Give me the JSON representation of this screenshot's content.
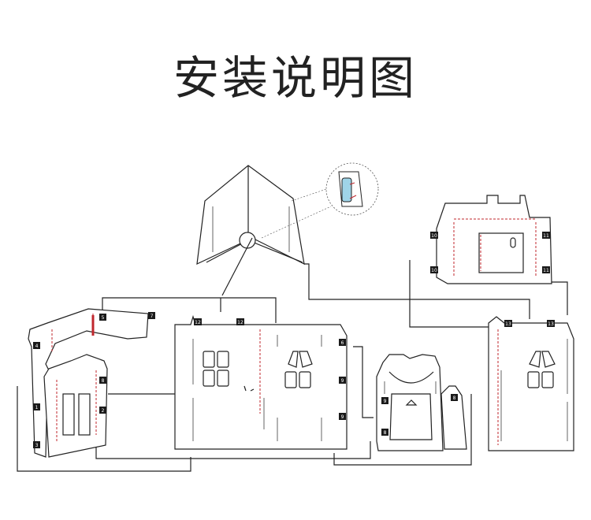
{
  "title": "安装说明图",
  "colors": {
    "line": "#222222",
    "dash": "#c0272d",
    "light": "#bbbbbb",
    "tab": "#1a1a1a",
    "accent": "#9fd4e8"
  },
  "slots": [
    {
      "id": "slot-4",
      "label": "4"
    },
    {
      "id": "slot-1",
      "label": "1"
    },
    {
      "id": "slot-5",
      "label": "5"
    },
    {
      "id": "slot-8",
      "label": "8"
    },
    {
      "id": "slot-2",
      "label": "2"
    },
    {
      "id": "slot-3",
      "label": "3"
    },
    {
      "id": "slot-7",
      "label": "7"
    },
    {
      "id": "slot-6",
      "label": "6"
    },
    {
      "id": "slot-12a",
      "label": "12"
    },
    {
      "id": "slot-12b",
      "label": "12"
    },
    {
      "id": "slot-9a",
      "label": "9"
    },
    {
      "id": "slot-9b",
      "label": "9"
    },
    {
      "id": "slot-9c",
      "label": "9"
    },
    {
      "id": "slot-8b",
      "label": "8"
    },
    {
      "id": "slot-8c",
      "label": "8"
    },
    {
      "id": "slot-10a",
      "label": "10"
    },
    {
      "id": "slot-10b",
      "label": "10"
    },
    {
      "id": "slot-11a",
      "label": "11"
    },
    {
      "id": "slot-11b",
      "label": "11"
    },
    {
      "id": "slot-13a",
      "label": "13"
    },
    {
      "id": "slot-13b",
      "label": "13"
    }
  ]
}
